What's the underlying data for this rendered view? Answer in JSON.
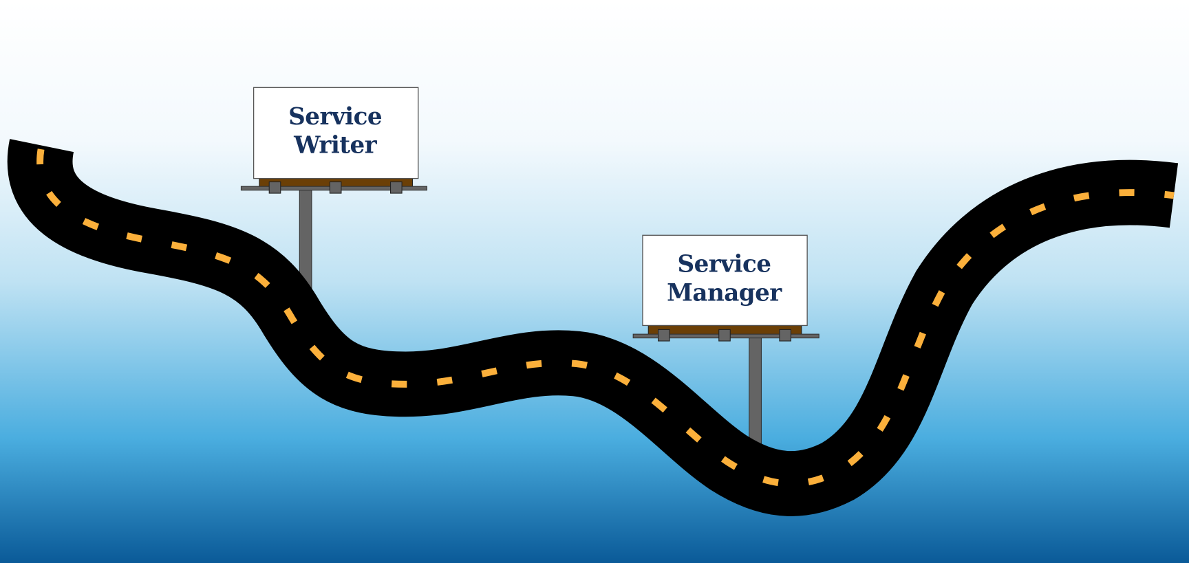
{
  "billboards": [
    {
      "line1": "Service",
      "line2": "Writer"
    },
    {
      "line1": "Service",
      "line2": "Manager"
    }
  ],
  "colors": {
    "sign_text": "#17325e",
    "road": "#000000",
    "road_dash": "#fbb03b",
    "billboard_wood": "#6b3f06",
    "billboard_metal": "#646464",
    "sky_top": "#ffffff",
    "sky_bottom": "#0a5a98"
  }
}
